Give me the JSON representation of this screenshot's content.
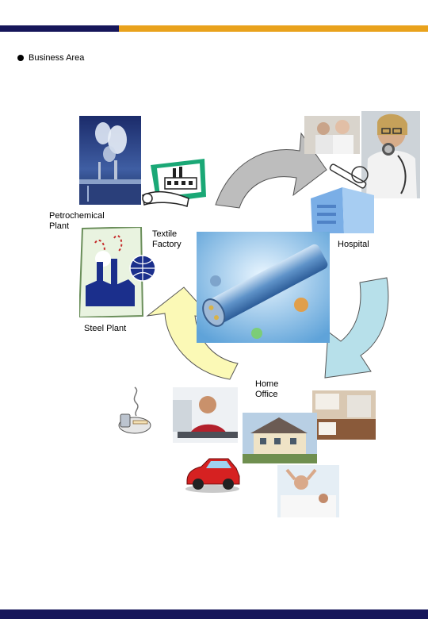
{
  "header": {
    "bullet_title": "Business Area"
  },
  "labels": {
    "petrochemical": "Petrochemical\nPlant",
    "textile": "Textile\nFactory",
    "hospital": "Hospital",
    "steel": "Steel Plant",
    "home_office": "Home\nOffice"
  },
  "colors": {
    "navy": "#16165a",
    "gold": "#e9a21c",
    "arrow_gray": "#bdbdbd",
    "arrow_blue": "#b7e0ea",
    "arrow_yellow": "#fbf9b6"
  }
}
